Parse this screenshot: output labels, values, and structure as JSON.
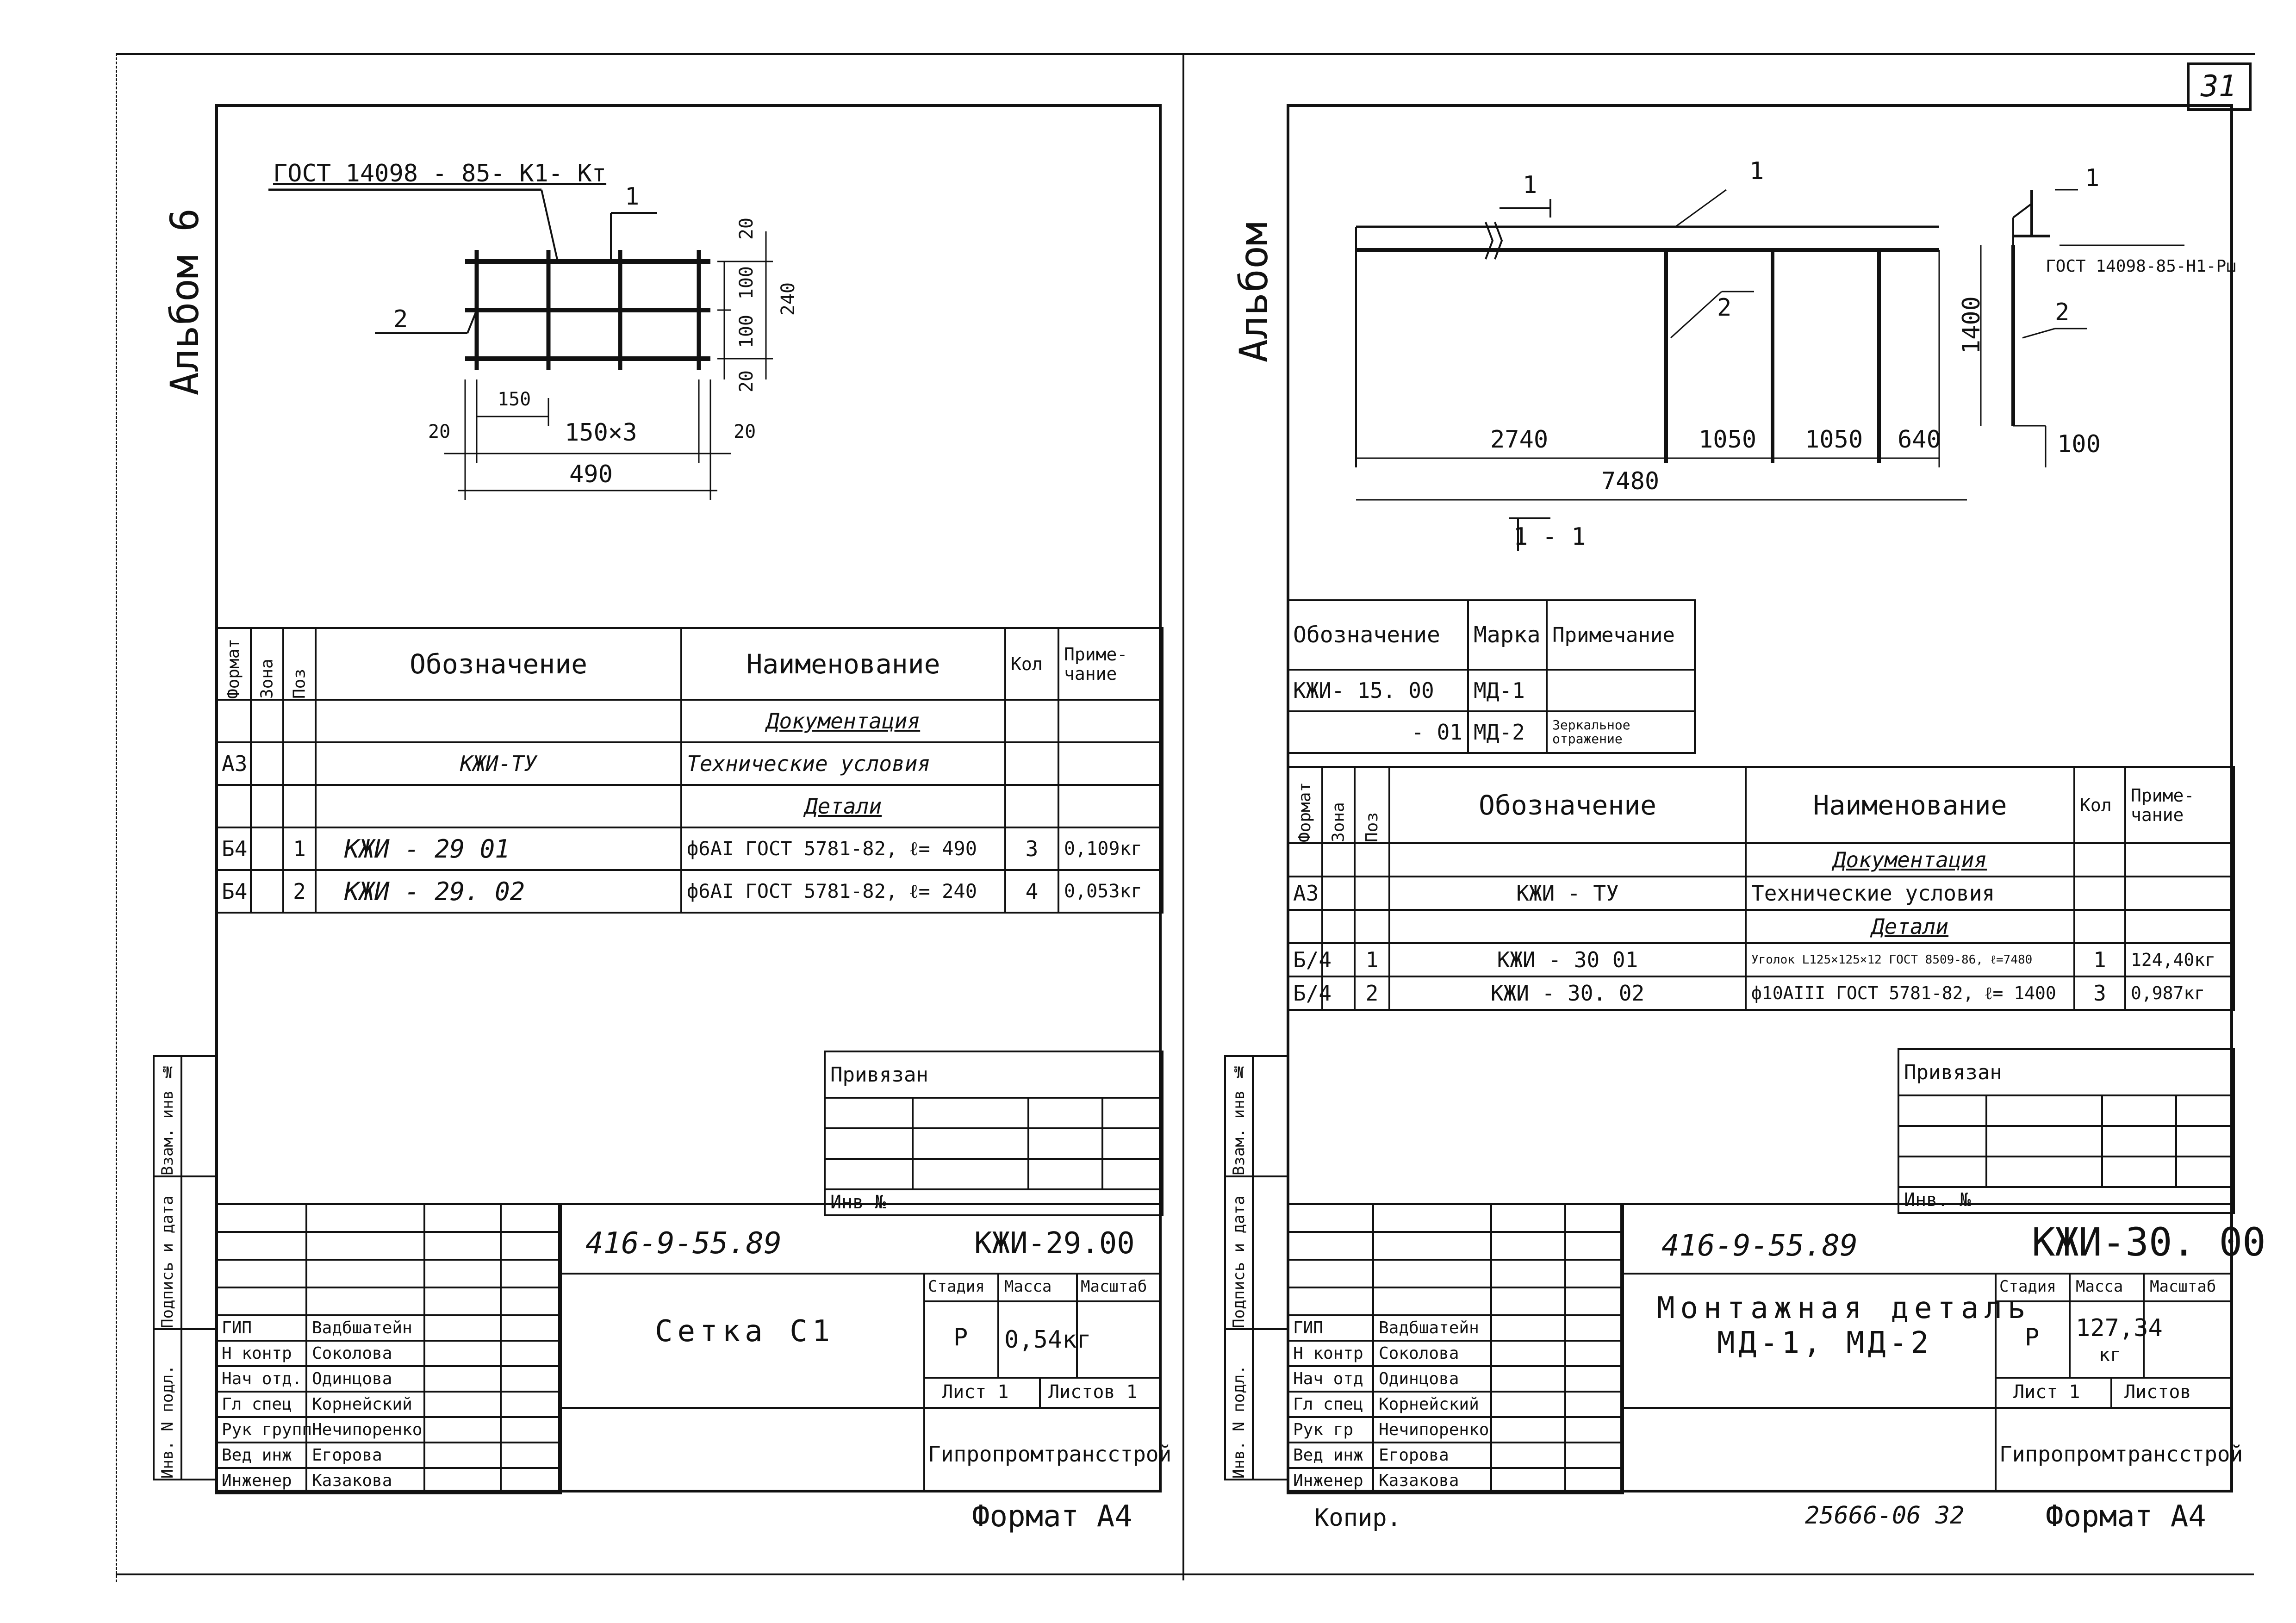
{
  "page_number": "31",
  "bottom_stamp": "25666-06  32",
  "left": {
    "album": "Альбом 6",
    "drawing": {
      "gost_label": "ГОСТ 14098 - 85- К1- Кт",
      "pos1": "1",
      "pos2": "2",
      "dims": {
        "d20a": "20",
        "d100a": "100",
        "d100b": "100",
        "d240": "240",
        "d20b": "20",
        "d150": "150",
        "d150x3": "150×3",
        "d20c": "20",
        "d20d": "20",
        "d490": "490"
      }
    },
    "spec": {
      "headers": [
        "Формат",
        "Зона",
        "Поз",
        "Обозначение",
        "Наименование",
        "Кол",
        "Приме-чание"
      ],
      "rows": [
        [
          "",
          "",
          "",
          "",
          "Документация",
          "",
          ""
        ],
        [
          "А3",
          "",
          "",
          "КЖИ-ТУ",
          "Технические условия",
          "",
          ""
        ],
        [
          "",
          "",
          "",
          "",
          "Детали",
          "",
          ""
        ],
        [
          "Б4",
          "",
          "1",
          "КЖИ - 29 01",
          "ф6АI ГОСТ 5781-82, ℓ= 490",
          "3",
          "0,109кг"
        ],
        [
          "Б4",
          "",
          "2",
          "КЖИ - 29. 02",
          "ф6АI ГОСТ 5781-82, ℓ= 240",
          "4",
          "0,053кг"
        ]
      ]
    },
    "privyazan": "Привязан",
    "inv_no": "Инв №",
    "side_labels": [
      "Инв. N подл.",
      "Подпись и дата",
      "Взам. инв №"
    ],
    "title_block": {
      "project_code": "416-9-55.89",
      "doc_code": "КЖИ-29.00",
      "title": "Сетка С1",
      "stage_label": "Стадия",
      "mass_label": "Масса",
      "scale_label": "Масштаб",
      "stage": "Р",
      "mass": "0,54кг",
      "sheet_label": "Лист 1",
      "sheets_label": "Листов 1",
      "org": "Гипропромтрансстрой",
      "roles": [
        "ГИП",
        "Н контр",
        "Нач отд.",
        "Гл спец",
        "Рук групп",
        "Вед инж",
        "Инженер"
      ],
      "names": [
        "Вадбшатейн",
        "Соколова",
        "Одинцова",
        "Корнейский",
        "Нечипоренко",
        "Егорова",
        "Казакова"
      ]
    },
    "format": "Формат А4"
  },
  "right": {
    "album": "Альбом",
    "drawing": {
      "pos1a": "1",
      "pos1b": "1",
      "pos1c": "1",
      "pos2a": "2",
      "pos2b": "2",
      "gost_label": "ГОСТ 14098-85-Н1-Рш",
      "dims": {
        "d2740": "2740",
        "d1050a": "1050",
        "d1050b": "1050",
        "d640": "640",
        "d7480": "7480",
        "d1400": "1400",
        "d100": "100"
      },
      "section": "1 - 1"
    },
    "marks_table": {
      "headers": [
        "Обозначение",
        "Марка",
        "Примечание"
      ],
      "rows": [
        [
          "КЖИ- 15. 00",
          "МД-1",
          ""
        ],
        [
          "- 01",
          "МД-2",
          "Зеркальное отражение"
        ]
      ]
    },
    "spec": {
      "headers": [
        "Формат",
        "Зона",
        "Поз",
        "Обозначение",
        "Наименование",
        "Кол",
        "Приме-чание"
      ],
      "rows": [
        [
          "",
          "",
          "",
          "",
          "Документация",
          "",
          ""
        ],
        [
          "А3",
          "",
          "",
          "КЖИ - ТУ",
          "Технические условия",
          "",
          ""
        ],
        [
          "",
          "",
          "",
          "",
          "Детали",
          "",
          ""
        ],
        [
          "Б/4",
          "",
          "1",
          "КЖИ - 30 01",
          "Уголок L125×125×12 ГОСТ 8509-86, ℓ=7480",
          "1",
          "124,40кг"
        ],
        [
          "Б/4",
          "",
          "2",
          "КЖИ - 30. 02",
          "ф10АIII ГОСТ 5781-82, ℓ= 1400",
          "3",
          "0,987кг"
        ]
      ]
    },
    "privyazan": "Привязан",
    "inv_no": "Инв. №",
    "side_labels": [
      "Инв. N подл.",
      "Подпись и дата",
      "Взам. инв №"
    ],
    "title_block": {
      "project_code": "416-9-55.89",
      "doc_code": "КЖИ-30. 00",
      "title1": "Монтажная деталь",
      "title2": "МД-1, МД-2",
      "stage_label": "Стадия",
      "mass_label": "Масса",
      "scale_label": "Масштаб",
      "stage": "Р",
      "mass": "127,34",
      "mass_unit": "кг",
      "sheet_label": "Лист 1",
      "sheets_label": "Листов",
      "org": "Гипропромтрансстрой",
      "roles": [
        "ГИП",
        "Н контр",
        "Нач отд",
        "Гл спец",
        "Рук гр",
        "Вед инж",
        "Инженер"
      ],
      "names": [
        "Вадбшатейн",
        "Соколова",
        "Одинцова",
        "Корнейский",
        "Нечипоренко",
        "Егорова",
        "Казакова"
      ]
    },
    "copied_by": "Копир.",
    "format": "Формат А4"
  }
}
